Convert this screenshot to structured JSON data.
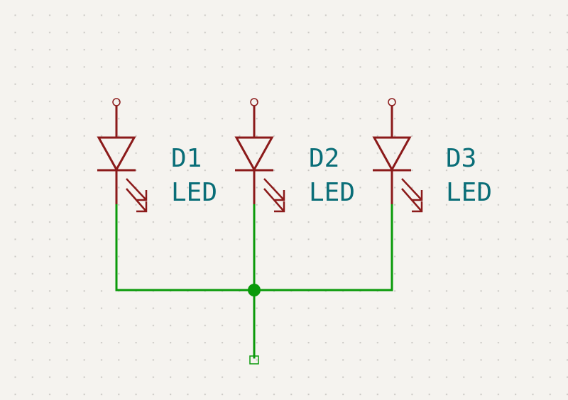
{
  "schematic": {
    "background_color": "#f5f3ef",
    "grid_dot_color": "#c8c6c2",
    "symbol_color": "#8b1a1a",
    "wire_color": "#0a9a0a",
    "label_color": "#0a6e78",
    "components": [
      {
        "reference": "D1",
        "value": "LED",
        "type": "led-diode"
      },
      {
        "reference": "D2",
        "value": "LED",
        "type": "led-diode"
      },
      {
        "reference": "D3",
        "value": "LED",
        "type": "led-diode"
      }
    ],
    "junction": {
      "type": "wire-junction"
    },
    "open_pin": {
      "type": "unconnected-wire-end"
    }
  }
}
